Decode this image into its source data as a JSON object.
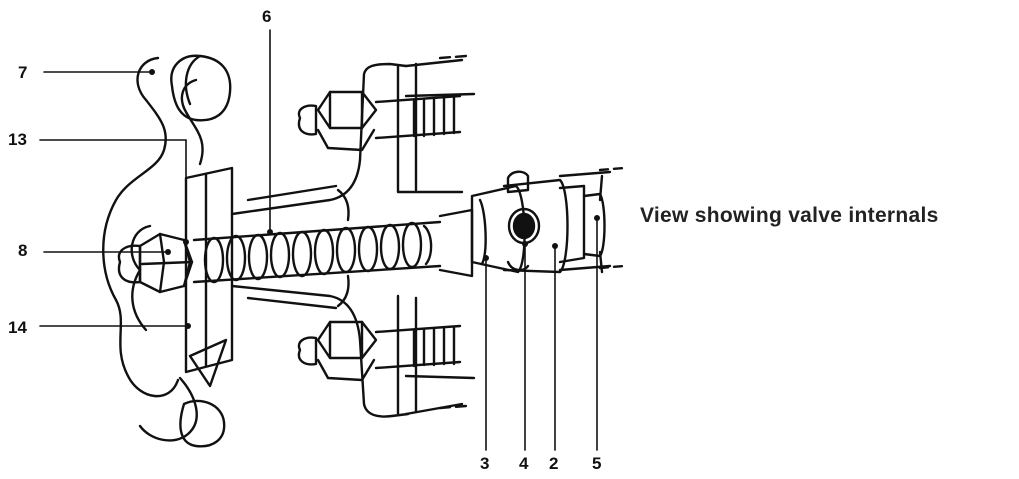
{
  "caption": "View showing valve internals",
  "callouts": {
    "n7": "7",
    "n13": "13",
    "n8": "8",
    "n14": "14",
    "n6": "6",
    "n3": "3",
    "n4": "4",
    "n2": "2",
    "n5": "5"
  },
  "colors": {
    "ink": "#111111",
    "background": "#ffffff"
  }
}
